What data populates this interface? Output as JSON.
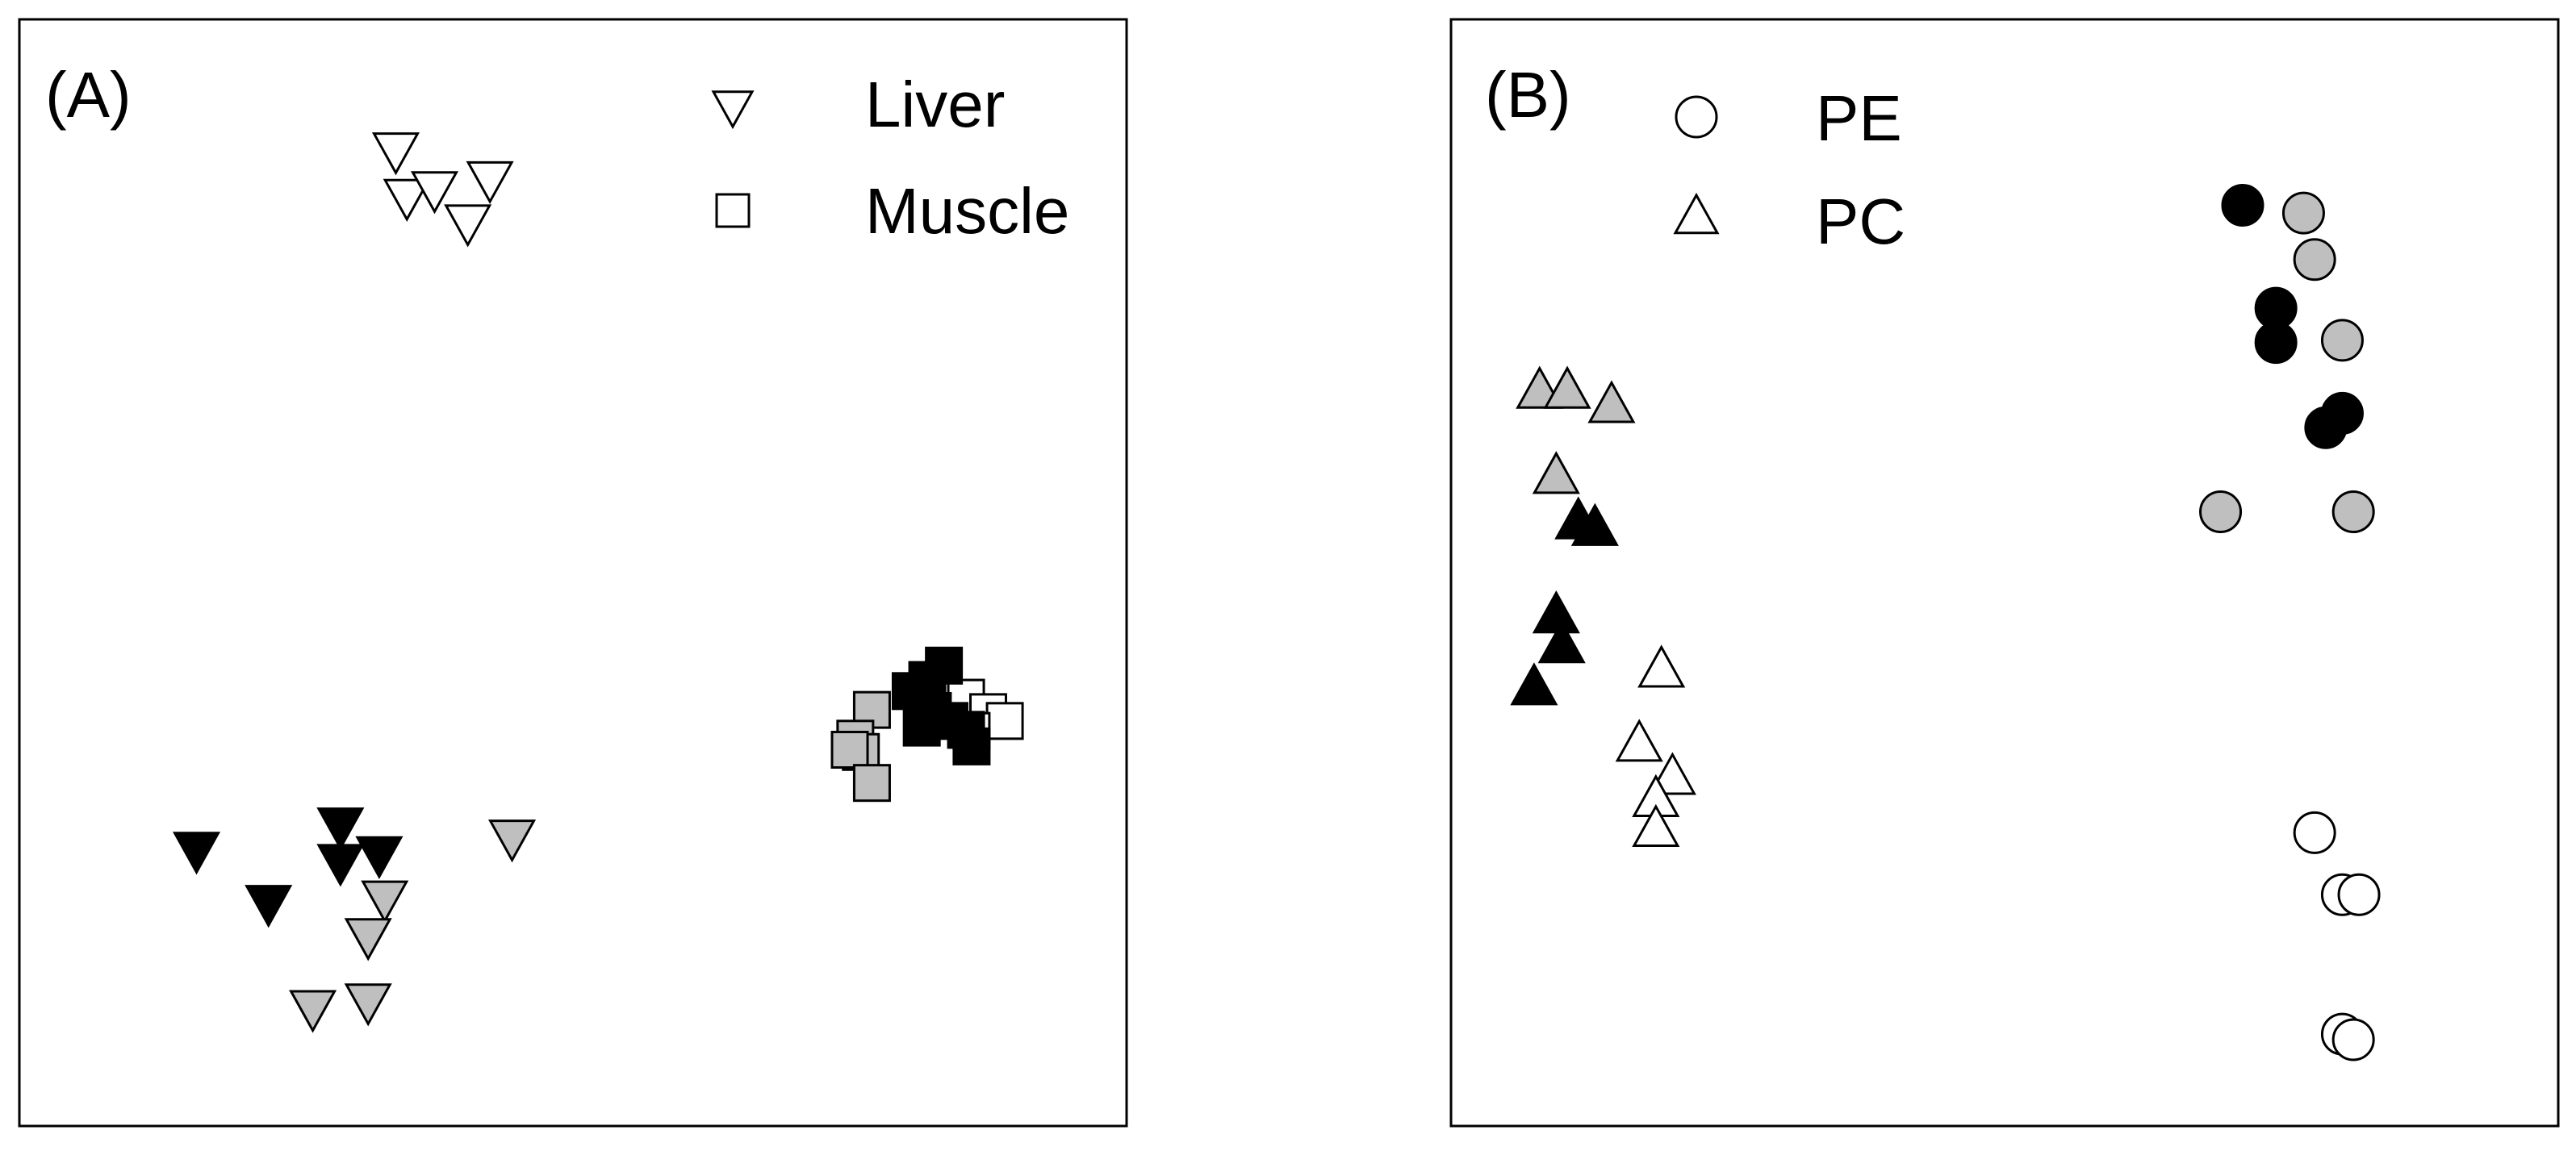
{
  "colors": {
    "black": "#000000",
    "gray": "#bfbfbf",
    "white": "#ffffff",
    "stroke": "#000000"
  },
  "chart_data": [
    {
      "type": "scatter",
      "panel_label": "(A)",
      "legend": [
        {
          "label": "Liver",
          "marker": "triangle-down"
        },
        {
          "label": "Muscle",
          "marker": "square"
        }
      ],
      "legend_position": "top-right",
      "xlim": [
        0,
        100
      ],
      "ylim": [
        0,
        100
      ],
      "grid": false,
      "axis_ticks": false,
      "series": [
        {
          "group": "Liver",
          "marker": "triangle-down",
          "fill": "white",
          "points": [
            [
              34.0,
              88.1
            ],
            [
              35.0,
              83.9
            ],
            [
              37.5,
              84.6
            ],
            [
              42.5,
              85.5
            ],
            [
              40.5,
              81.6
            ]
          ]
        },
        {
          "group": "Liver",
          "marker": "triangle-down",
          "fill": "black",
          "points": [
            [
              16.0,
              24.9
            ],
            [
              22.5,
              20.1
            ],
            [
              29.0,
              27.1
            ],
            [
              29.0,
              23.8
            ],
            [
              32.5,
              24.5
            ]
          ]
        },
        {
          "group": "Liver",
          "marker": "triangle-down",
          "fill": "gray",
          "points": [
            [
              44.5,
              26.0
            ],
            [
              33.0,
              20.5
            ],
            [
              31.5,
              17.1
            ],
            [
              26.5,
              10.6
            ],
            [
              31.5,
              11.2
            ]
          ]
        },
        {
          "group": "Muscle",
          "marker": "square",
          "fill": "white",
          "points": [
            [
              85.5,
              38.7
            ],
            [
              87.5,
              37.4
            ],
            [
              89.0,
              36.6
            ],
            [
              86.0,
              35.7
            ]
          ]
        },
        {
          "group": "Muscle",
          "marker": "square",
          "fill": "black",
          "points": [
            [
              82.0,
              40.3
            ],
            [
              83.5,
              41.6
            ],
            [
              80.5,
              39.3
            ],
            [
              82.5,
              37.5
            ],
            [
              84.0,
              36.6
            ],
            [
              85.5,
              35.8
            ],
            [
              86.0,
              34.3
            ],
            [
              81.5,
              36.0
            ]
          ]
        },
        {
          "group": "Muscle",
          "marker": "square",
          "fill": "gray",
          "points": [
            [
              77.0,
              37.6
            ],
            [
              75.5,
              35.0
            ],
            [
              76.0,
              33.8
            ],
            [
              75.0,
              34.0
            ],
            [
              77.0,
              31.0
            ]
          ]
        }
      ]
    },
    {
      "type": "scatter",
      "panel_label": "(B)",
      "legend": [
        {
          "label": "PE",
          "marker": "circle"
        },
        {
          "label": "PC",
          "marker": "triangle-up"
        }
      ],
      "legend_position": "top-left",
      "xlim": [
        0,
        100
      ],
      "ylim": [
        0,
        100
      ],
      "grid": false,
      "axis_ticks": false,
      "series": [
        {
          "group": "PE",
          "marker": "circle",
          "fill": "black",
          "points": [
            [
              71.5,
              83.2
            ],
            [
              74.5,
              73.9
            ],
            [
              74.5,
              70.8
            ],
            [
              80.5,
              64.4
            ],
            [
              79.0,
              63.1
            ]
          ]
        },
        {
          "group": "PE",
          "marker": "circle",
          "fill": "gray",
          "points": [
            [
              77.0,
              82.5
            ],
            [
              78.0,
              78.3
            ],
            [
              80.5,
              71.0
            ],
            [
              69.5,
              55.5
            ],
            [
              81.5,
              55.5
            ]
          ]
        },
        {
          "group": "PE",
          "marker": "circle",
          "fill": "white",
          "points": [
            [
              78.0,
              26.5
            ],
            [
              80.5,
              20.9
            ],
            [
              82.0,
              20.9
            ],
            [
              80.5,
              8.3
            ],
            [
              81.5,
              7.8
            ]
          ]
        },
        {
          "group": "PC",
          "marker": "triangle-up",
          "fill": "gray",
          "points": [
            [
              8.0,
              66.5
            ],
            [
              10.5,
              66.5
            ],
            [
              14.5,
              65.2
            ],
            [
              9.5,
              58.8
            ]
          ]
        },
        {
          "group": "PC",
          "marker": "triangle-up",
          "fill": "black",
          "points": [
            [
              11.5,
              54.7
            ],
            [
              13.0,
              54.1
            ],
            [
              9.5,
              46.2
            ],
            [
              10.0,
              43.5
            ],
            [
              7.5,
              39.7
            ]
          ]
        },
        {
          "group": "PC",
          "marker": "triangle-up",
          "fill": "white",
          "points": [
            [
              19.0,
              41.3
            ],
            [
              17.0,
              34.6
            ],
            [
              20.0,
              31.6
            ],
            [
              18.5,
              29.6
            ],
            [
              18.5,
              26.9
            ]
          ]
        }
      ]
    }
  ]
}
